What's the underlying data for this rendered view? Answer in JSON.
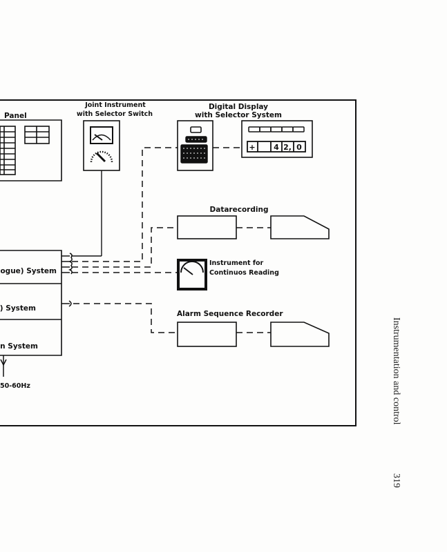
{
  "page": {
    "running_header": "Instrumentation and control",
    "page_number": "319"
  },
  "diagram": {
    "panel": {
      "label": "Panel"
    },
    "joint_instrument": {
      "label_line1": "Joint Instrument",
      "label_line2": "with Selector Switch"
    },
    "digital_display": {
      "label_line1": "Digital Display",
      "label_line2": "with Selector System",
      "readout": [
        "+",
        "",
        "4",
        "2,",
        "0"
      ]
    },
    "datarecording": {
      "label": "Datarecording"
    },
    "continuous_instrument": {
      "label_line1": "Instrument for",
      "label_line2": "Continuos Reading"
    },
    "alarm_recorder": {
      "label": "Alarm Sequence Recorder"
    },
    "systems": [
      {
        "label": "ogue) System"
      },
      {
        "label": "F) System"
      },
      {
        "label": "on System"
      }
    ],
    "power_supply": {
      "label": "50-60Hz"
    }
  }
}
